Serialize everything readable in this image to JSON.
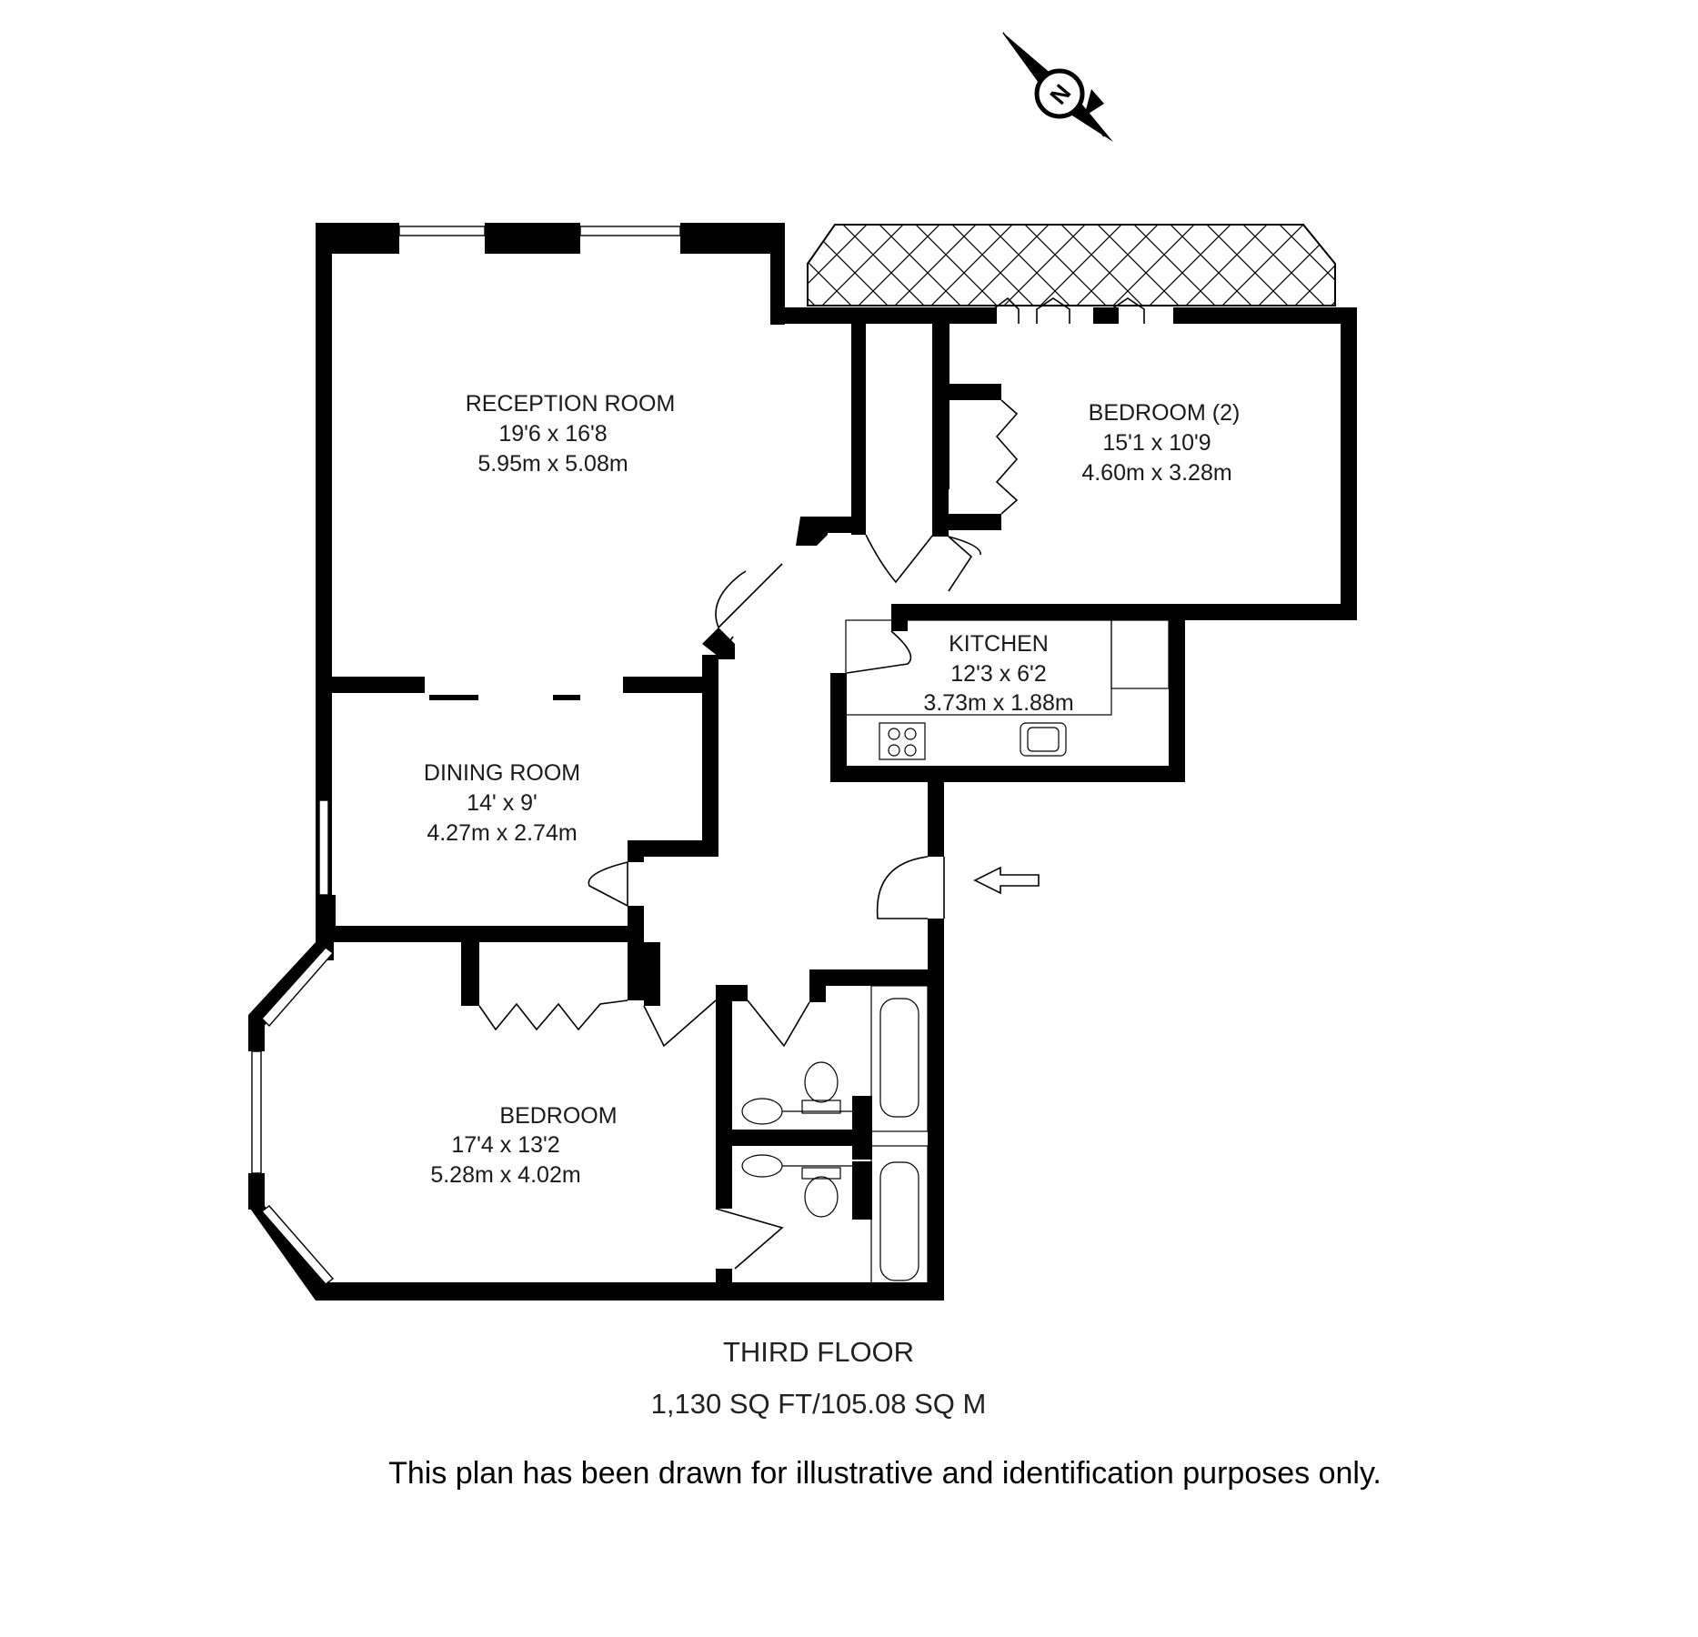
{
  "rooms": [
    {
      "key": "reception",
      "name": "RECEPTION ROOM",
      "imperial": "19'6 x 16'8",
      "metric": "5.95m x 5.08m"
    },
    {
      "key": "bedroom2",
      "name": "BEDROOM (2)",
      "imperial": "15'1 x 10'9",
      "metric": "4.60m x 3.28m"
    },
    {
      "key": "kitchen",
      "name": "KITCHEN",
      "imperial": "12'3 x 6'2",
      "metric": "3.73m x 1.88m"
    },
    {
      "key": "dining",
      "name": "DINING ROOM",
      "imperial": "14' x 9'",
      "metric": "4.27m x 2.74m"
    },
    {
      "key": "bedroom",
      "name": "BEDROOM",
      "imperial": "17'4 x 13'2",
      "metric": "5.28m x 4.02m"
    }
  ],
  "compass_letter": "N",
  "floor_name": "THIRD FLOOR",
  "floor_area": "1,130 SQ FT/105.08 SQ M",
  "disclaimer": "This plan has been drawn for illustrative and identification purposes only.",
  "colors": {
    "wall": "#000000",
    "background": "#ffffff"
  }
}
